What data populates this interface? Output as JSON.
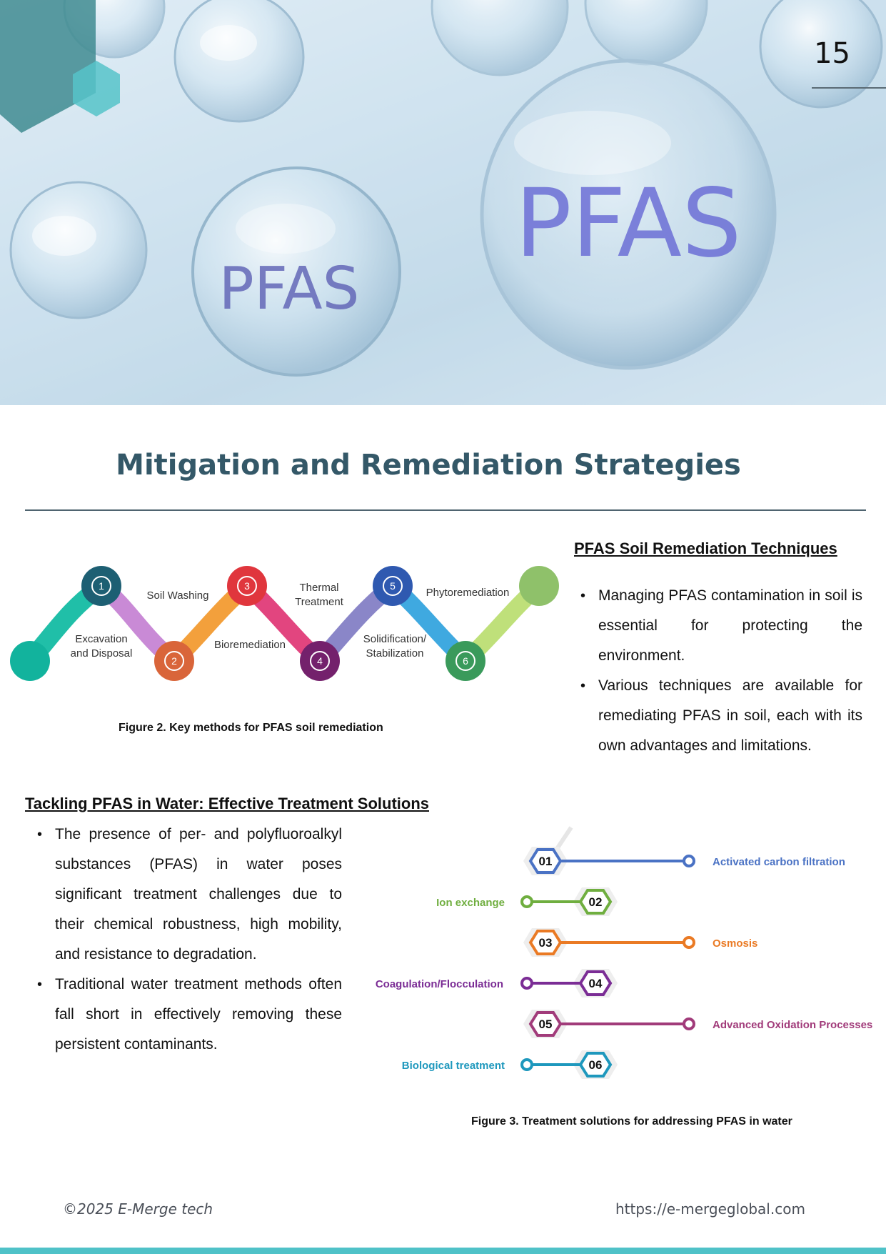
{
  "page": {
    "number": "15",
    "hero_text_large": "PFAS",
    "hero_text_small": "PFAS"
  },
  "title": "Mitigation and Remediation Strategies",
  "soil_section": {
    "heading": "PFAS Soil Remediation Techniques",
    "bullets": [
      "Managing PFAS contamination in soil is essential for protecting the environment.",
      "Various techniques are available for remediating PFAS in soil, each with its own advantages and limitations."
    ]
  },
  "figure2": {
    "caption": "Figure 2. Key methods for PFAS soil remediation",
    "steps": [
      {
        "n": "1",
        "label_l1": "Excavation",
        "label_l2": "and Disposal",
        "color": "#1d5f73"
      },
      {
        "n": "2",
        "label_l1": "Soil Washing",
        "label_l2": "",
        "color": "#d9653a"
      },
      {
        "n": "3",
        "label_l1": "Bioremediation",
        "label_l2": "",
        "color": "#e0363d"
      },
      {
        "n": "4",
        "label_l1": "Thermal",
        "label_l2": "Treatment",
        "color": "#74216c"
      },
      {
        "n": "5",
        "label_l1": "Solidification/",
        "label_l2": "Stabilization",
        "color": "#2f59b0"
      },
      {
        "n": "6",
        "label_l1": "Phytoremediation",
        "label_l2": "",
        "color": "#3a9a5b"
      }
    ]
  },
  "water_section": {
    "heading": "Tackling PFAS in Water: Effective Treatment Solutions",
    "bullets": [
      "The presence of per- and polyfluoroalkyl substances (PFAS) in water poses significant treatment challenges due to their chemical robustness, high mobility, and resistance to degradation.",
      "Traditional water treatment methods often fall short in effectively removing these persistent contaminants."
    ]
  },
  "figure3": {
    "caption": "Figure 3. Treatment solutions for addressing PFAS in water",
    "items": [
      {
        "n": "01",
        "label": "Activated carbon filtration",
        "side": "right",
        "color": "#4a72c4"
      },
      {
        "n": "02",
        "label": "Ion exchange",
        "side": "left",
        "color": "#6fae3f"
      },
      {
        "n": "03",
        "label": "Osmosis",
        "side": "right",
        "color": "#ea7a24"
      },
      {
        "n": "04",
        "label": "Coagulation/Flocculation",
        "side": "left",
        "color": "#7b2d95"
      },
      {
        "n": "05",
        "label": "Advanced Oxidation Processes",
        "side": "right",
        "color": "#a13b7a"
      },
      {
        "n": "06",
        "label": "Biological treatment",
        "side": "left",
        "color": "#1e98bd"
      }
    ]
  },
  "footer": {
    "copyright": "©2025 E-Merge tech",
    "url": "https://e-mergeglobal.com"
  },
  "colors": {
    "title": "#345868",
    "accent_teal": "#4fc2c8",
    "hero_text": "#6c6fd6"
  }
}
